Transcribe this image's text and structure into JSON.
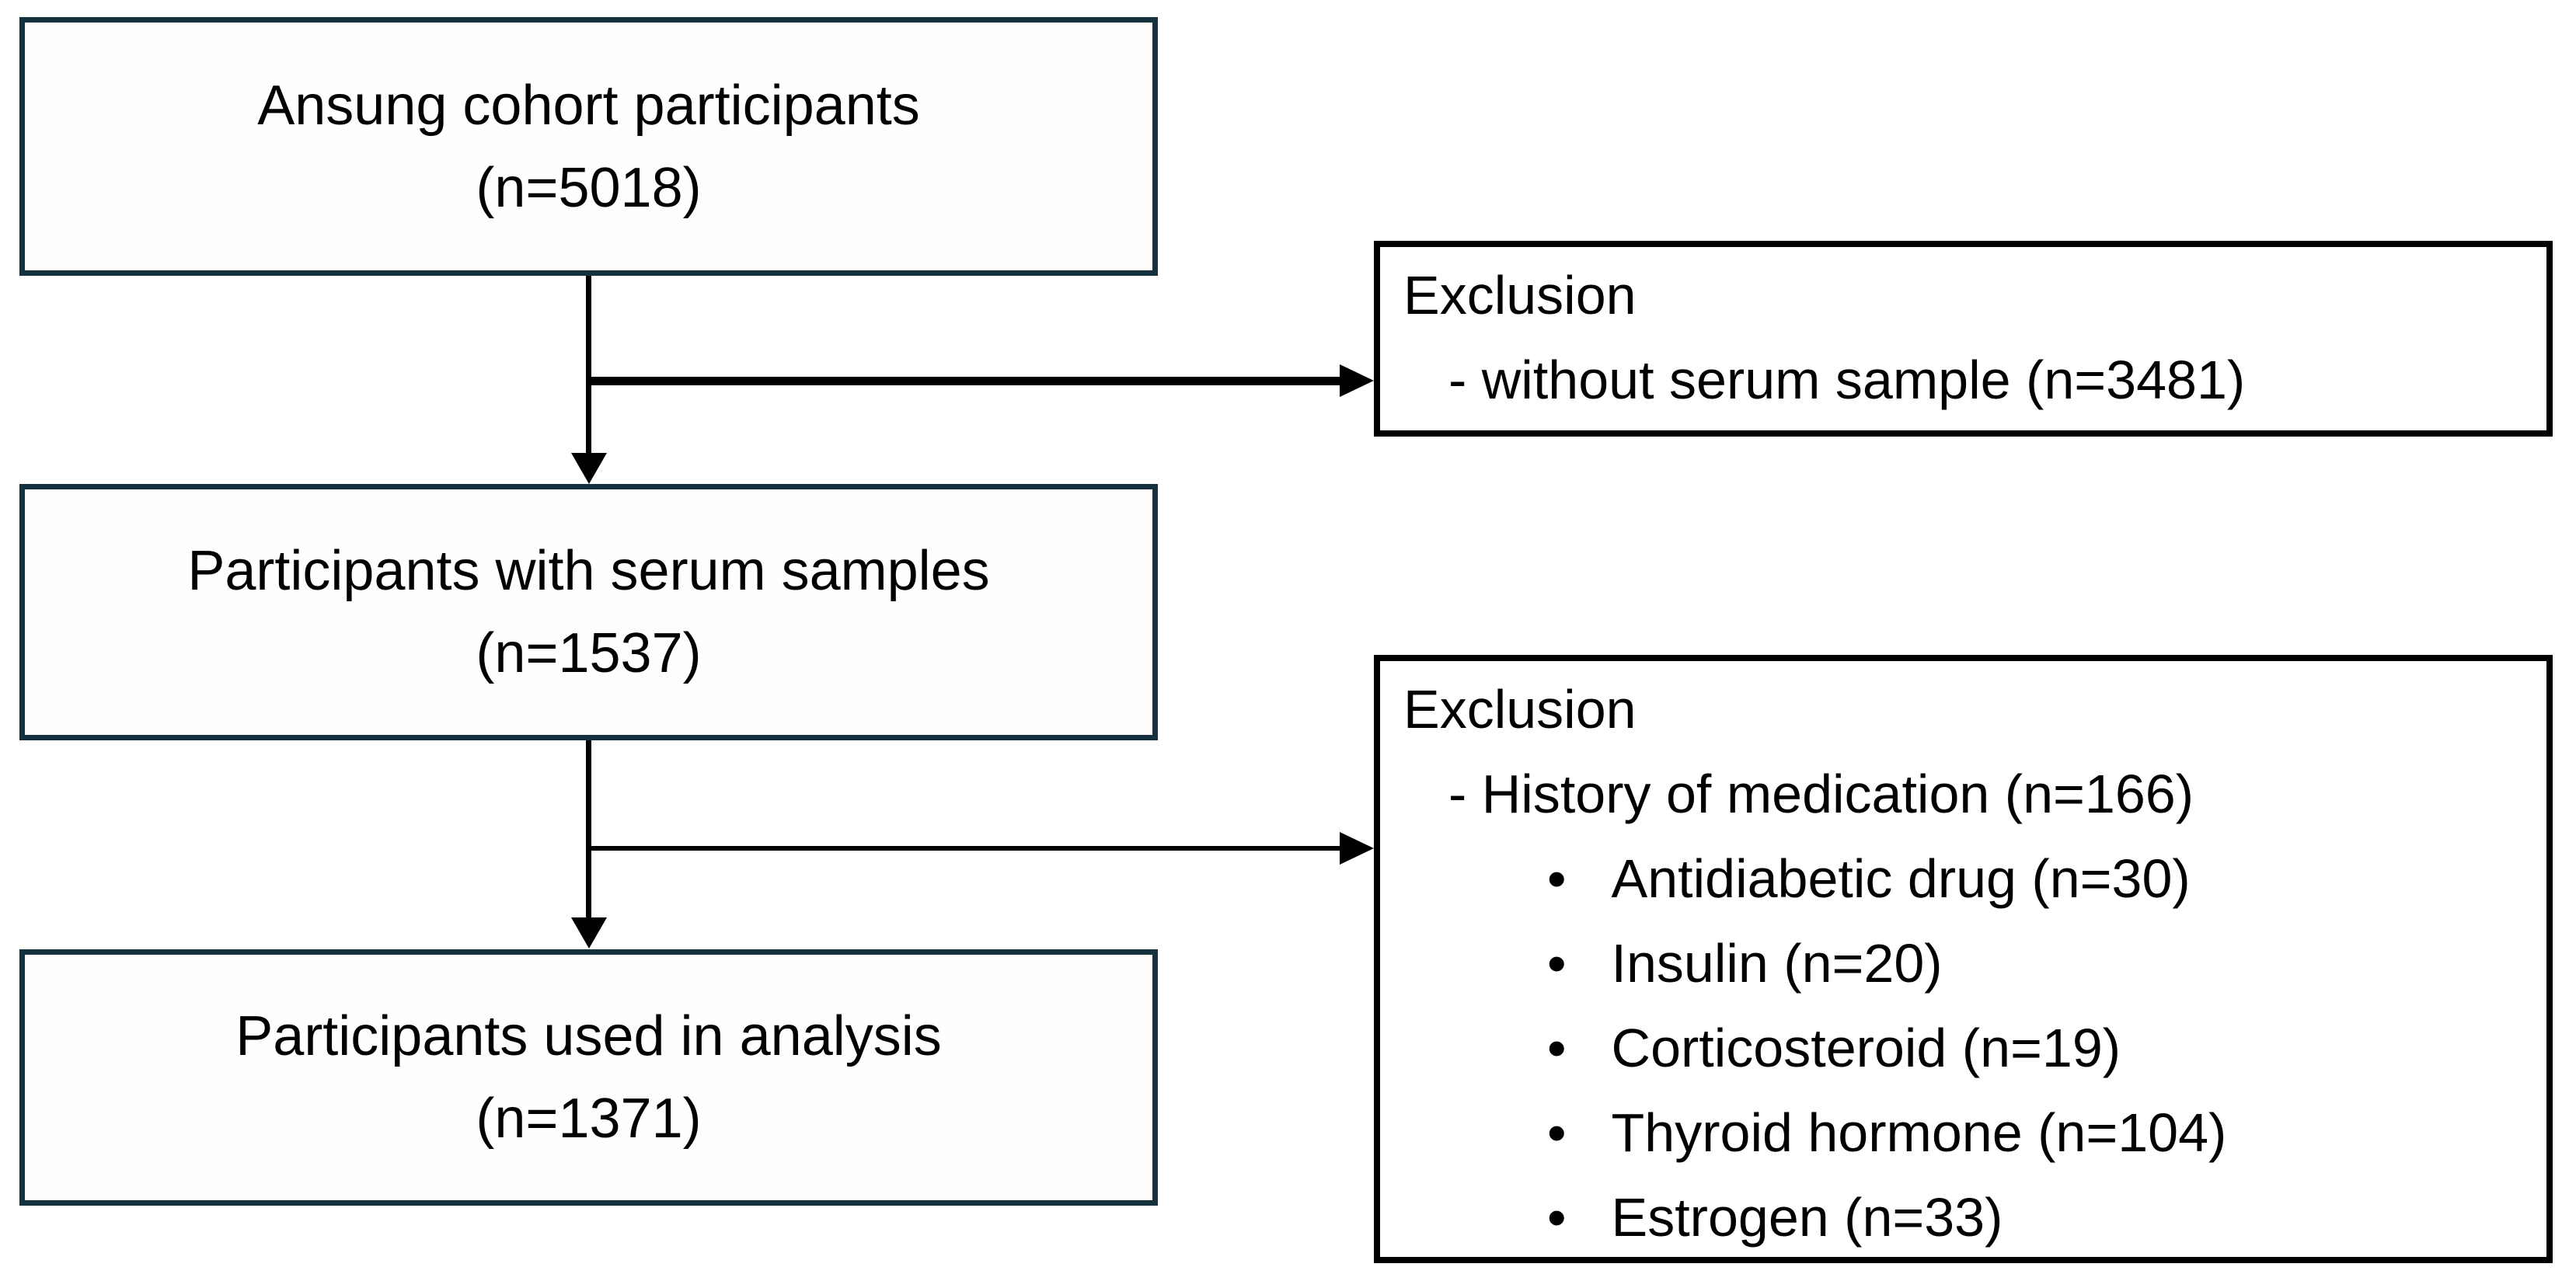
{
  "diagram": {
    "bullet_char": "•",
    "nodes": {
      "cohort": {
        "line1": "Ansung cohort participants",
        "line2": "(n=5018)"
      },
      "serum": {
        "line1": "Participants with serum samples",
        "line2": "(n=1537)"
      },
      "analysis": {
        "line1": "Participants used in analysis",
        "line2": "(n=1371)"
      }
    },
    "exclusion1": {
      "title": "Exclusion",
      "item": "- without serum sample (n=3481)"
    },
    "exclusion2": {
      "title": "Exclusion",
      "item": "- History of medication (n=166)",
      "bullets": [
        "Antidiabetic drug (n=30)",
        "Insulin (n=20)",
        "Corticosteroid (n=19)",
        "Thyroid hormone (n=104)",
        "Estrogen (n=33)"
      ]
    },
    "colors": {
      "node_border": "#16313e",
      "exclusion_border": "#000000",
      "arrow": "#000000"
    }
  }
}
